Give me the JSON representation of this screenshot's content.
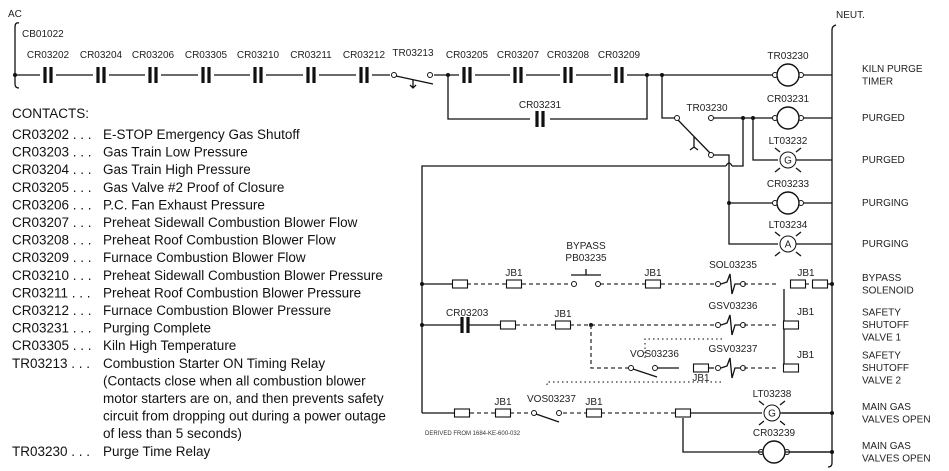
{
  "rails": {
    "left": "AC",
    "right": "NEUT.",
    "breaker": "CB01022"
  },
  "main_rung": {
    "contacts": [
      "CR03202",
      "CR03204",
      "CR03206",
      "CR03305",
      "CR03210",
      "CR03211",
      "CR03212"
    ],
    "timing_switch": "TR03213",
    "contacts2": [
      "CR03205",
      "CR03207",
      "CR03208",
      "CR03209"
    ],
    "seal_in": "CR03231"
  },
  "outputs": [
    {
      "device": "TR03230",
      "type": "coil",
      "label": "KILN PURGE TIMER",
      "lines": [
        "KILN PURGE",
        "TIMER"
      ]
    },
    {
      "device": "CR03231",
      "type": "coil",
      "label": "PURGED",
      "lines": [
        "PURGED"
      ]
    },
    {
      "device": "LT03232",
      "type": "lamp",
      "lamp_letter": "G",
      "label": "PURGED",
      "lines": [
        "PURGED"
      ]
    },
    {
      "device": "CR03233",
      "type": "coil",
      "label": "PURGING",
      "lines": [
        "PURGING"
      ]
    },
    {
      "device": "LT03234",
      "type": "lamp",
      "lamp_letter": "A",
      "label": "PURGING",
      "lines": [
        "PURGING"
      ]
    },
    {
      "device": "SOL03235",
      "type": "solenoid",
      "lines": [
        "BYPASS",
        "SOLENOID"
      ]
    },
    {
      "device": "GSV03236",
      "type": "solenoid",
      "lines": [
        "SAFETY",
        "SHUTOFF",
        "VALVE 1"
      ]
    },
    {
      "device": "GSV03237",
      "type": "solenoid",
      "lines": [
        "SAFETY",
        "SHUTOFF",
        "VALVE 2"
      ]
    },
    {
      "device": "LT03238",
      "type": "lamp",
      "lamp_letter": "G",
      "lines": [
        "MAIN GAS",
        "VALVES OPEN"
      ]
    },
    {
      "device": "CR03239",
      "type": "coil",
      "lines": [
        "MAIN GAS",
        "VALVES OPEN"
      ]
    }
  ],
  "switches": {
    "timer_contact": "TR03230",
    "bypass_top": "BYPASS",
    "bypass": "PB03235",
    "cr03203": "CR03203",
    "vos1": "VOS03236",
    "vos2": "VOS03237",
    "jb": "JB1"
  },
  "footer": "DERIVED FROM 1684-KE-600-032",
  "legend": {
    "title": "CONTACTS:",
    "items": [
      {
        "tag": "CR03202 . . . ",
        "desc": "E-STOP Emergency Gas Shutoff"
      },
      {
        "tag": "CR03203 . . . ",
        "desc": "Gas Train Low Pressure"
      },
      {
        "tag": "CR03204 . . . ",
        "desc": "Gas Train High Pressure"
      },
      {
        "tag": "CR03205 . . . ",
        "desc": "Gas Valve #2 Proof of Closure"
      },
      {
        "tag": "CR03206 . . . ",
        "desc": "P.C. Fan Exhaust Pressure"
      },
      {
        "tag": "CR03207 . . . ",
        "desc": "Preheat Sidewall Combustion Blower Flow"
      },
      {
        "tag": "CR03208 . . . ",
        "desc": "Preheat Roof Combustion Blower Flow"
      },
      {
        "tag": "CR03209 . . . ",
        "desc": "Furnace Combustion Blower Flow"
      },
      {
        "tag": "CR03210 . . . ",
        "desc": "Preheat Sidewall Combustion Blower Pressure"
      },
      {
        "tag": "CR03211 . . . ",
        "desc": "Preheat Roof Combustion Blower Pressure"
      },
      {
        "tag": "CR03212 . . . ",
        "desc": "Furnace Combustion Blower Pressure"
      },
      {
        "tag": "CR03231 . . . ",
        "desc": "Purging Complete"
      },
      {
        "tag": "CR03305 . . . ",
        "desc": "Kiln High Temperature"
      },
      {
        "tag": "TR03213 . . . ",
        "desc": "Combustion Starter ON Timing Relay"
      }
    ],
    "note": [
      "(Contacts close when all combustion blower",
      "motor starters are on, and then prevents safety",
      "circuit from dropping out during a power outage",
      "of less than 5 seconds)"
    ],
    "last": {
      "tag": "TR03230 . . . ",
      "desc": "Purge Time Relay"
    }
  }
}
